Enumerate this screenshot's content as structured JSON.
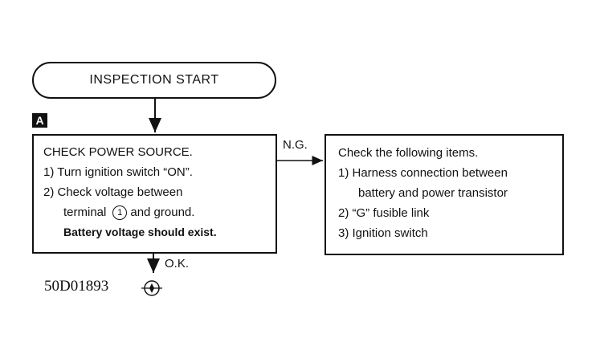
{
  "start": {
    "label": "INSPECTION START"
  },
  "marker": {
    "label": "A"
  },
  "check_box": {
    "title": "CHECK POWER SOURCE.",
    "steps": [
      "1) Turn ignition switch “ON”.",
      "2) Check voltage between",
      "terminal",
      "and ground."
    ],
    "terminal_number": "1",
    "note": "Battery voltage should exist."
  },
  "ng_label": "N.G.",
  "ok_label": "O.K.",
  "items_box": {
    "title": "Check the following items.",
    "items": [
      "1) Harness connection between",
      "battery and power transistor",
      "2) “G” fusible link",
      "3) Ignition switch"
    ]
  },
  "diagram_code": "50D01893",
  "end_symbol": "end-connector-icon"
}
